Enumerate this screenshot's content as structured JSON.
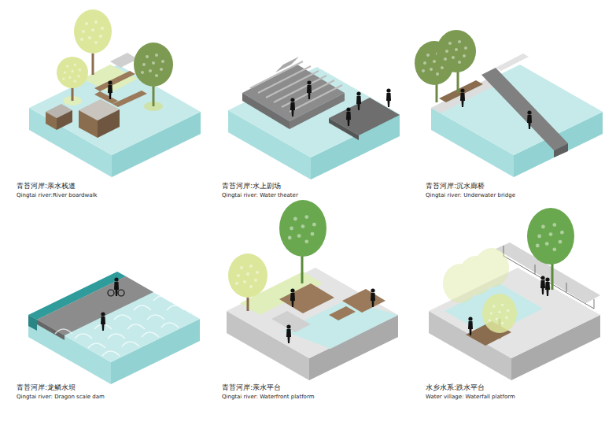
{
  "diagram": {
    "labels": [
      "青苔河岸:亲水栈道",
      "Qingtai river:River boardwalk",
      "青苔河岸:水上剧场",
      "Qingtai river: Water theater",
      "青苔河岸:沉水廊桥",
      "Qingtai river: Underwater bridge",
      "青苔河岸:龙鳞水坝",
      "Qingtai river: Dragon scale dam",
      "青苔河岸:亲水平台",
      "Qingtai river: Waterfront platform",
      "水乡水系:跌水平台",
      "Water village: Waterfall platform"
    ]
  }
}
